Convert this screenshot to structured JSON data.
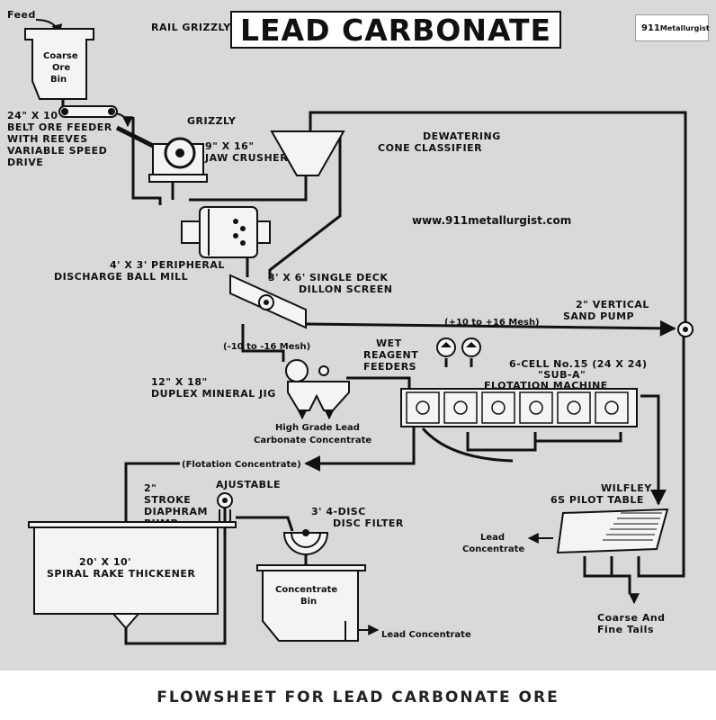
{
  "title": "LEAD CARBONATE",
  "logo": {
    "number": "911",
    "name": "Metallurgist"
  },
  "website": "www.911metallurgist.com",
  "caption": "FLOWSHEET FOR LEAD CARBONATE ORE",
  "labels": {
    "feed": "Feed",
    "rail_grizzly": "RAIL GRIZZLY",
    "coarse_ore_bin": [
      "Coarse",
      "Ore",
      "Bin"
    ],
    "belt_feeder": [
      "24\" X 10'",
      "BELT ORE FEEDER",
      "WITH REEVES",
      "VARIABLE SPEED",
      "DRIVE"
    ],
    "grizzly": "GRIZZLY",
    "jaw_crusher": [
      "9\" X 16\"",
      "JAW CRUSHER"
    ],
    "cone_classifier": [
      "DEWATERING",
      "CONE CLASSIFIER"
    ],
    "ball_mill": [
      "4' X 3' PERIPHERAL",
      "DISCHARGE BALL MILL"
    ],
    "screen": [
      "3' X 6'  SINGLE DECK",
      "DILLON SCREEN"
    ],
    "sand_pump": [
      "2\" VERTICAL",
      "SAND PUMP"
    ],
    "plus_mesh": "(+10 to +16 Mesh)",
    "minus_mesh": "(-10 to -16 Mesh)",
    "reagent_feeders": [
      "WET",
      "REAGENT",
      "FEEDERS"
    ],
    "flotation": [
      "6-CELL No.15  (24 X 24)",
      "\"SUB-A\"",
      "FLOTATION MACHINE"
    ],
    "jig": [
      "12\" X 18\"",
      "DUPLEX MINERAL JIG"
    ],
    "jig_concentrate": [
      "High Grade Lead",
      "Carbonate Concentrate"
    ],
    "flotation_concentrate": "(Flotation Concentrate)",
    "diaphragm_pump": [
      "2\"",
      "STROKE",
      "DIAPHRAM",
      "PUMP"
    ],
    "adjustable": "AJUSTABLE",
    "disc_filter": [
      "3'  4-DISC",
      "DISC FILTER"
    ],
    "wilfley": [
      "WILFLEY",
      "6S PILOT TABLE"
    ],
    "table_lead_concentrate": [
      "Lead",
      "Concentrate"
    ],
    "thickener": [
      "20' X 10'",
      "SPIRAL  RAKE  THICKENER"
    ],
    "concentrate_bin": [
      "Concentrate",
      "Bin"
    ],
    "bin_lead_concentrate": "Lead Concentrate",
    "tails": [
      "Coarse  And",
      "Fine  Tails"
    ]
  },
  "colors": {
    "line": "#111111",
    "sheet": "#d9d9d9",
    "equipment_fill": "#f4f4f4"
  }
}
